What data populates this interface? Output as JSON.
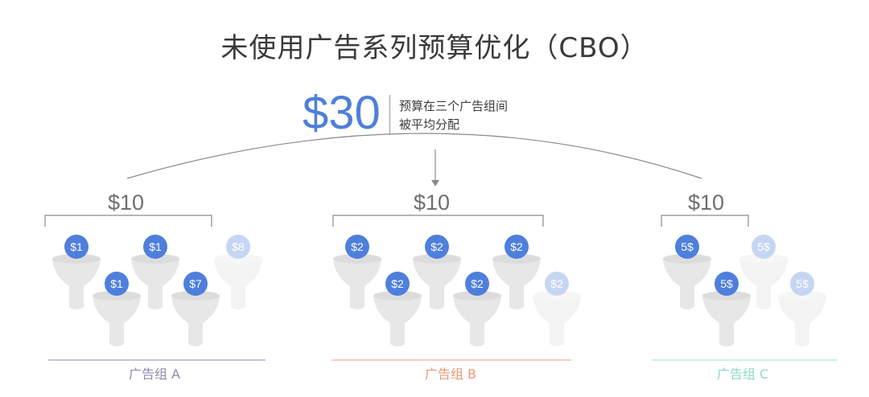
{
  "title": "未使用广告系列预算优化（CBO）",
  "total": "$30",
  "note_line1": "预算在三个广告组间",
  "note_line2": "被平均分配",
  "groups": [
    {
      "name": "广告组 A",
      "amount": "$10",
      "name_color": "#8a8fa8",
      "line_color": "#9aa0c0",
      "funnels": [
        {
          "label": "$1",
          "faded": false
        },
        {
          "label": "$1",
          "faded": false
        },
        {
          "label": "$1",
          "faded": false
        },
        {
          "label": "$7",
          "faded": false
        },
        {
          "label": "$8",
          "faded": true
        }
      ]
    },
    {
      "name": "广告组 B",
      "amount": "$10",
      "name_color": "#e89a78",
      "line_color": "#f0b296",
      "funnels": [
        {
          "label": "$2",
          "faded": false
        },
        {
          "label": "$2",
          "faded": false
        },
        {
          "label": "$2",
          "faded": false
        },
        {
          "label": "$2",
          "faded": false
        },
        {
          "label": "$2",
          "faded": false
        },
        {
          "label": "$2",
          "faded": true
        }
      ]
    },
    {
      "name": "广告组 C",
      "amount": "$10",
      "name_color": "#8fd8c8",
      "line_color": "#a6e3d6",
      "funnels": [
        {
          "label": "5$",
          "faded": false
        },
        {
          "label": "5$",
          "faded": false
        },
        {
          "label": "5$",
          "faded": true
        },
        {
          "label": "5$",
          "faded": true
        }
      ]
    }
  ],
  "colors": {
    "coin": "#4f7fdc",
    "coin_faded": "#c6d6f2",
    "funnel": "#e7e7e7",
    "funnel_faded": "#f3f3f3",
    "bracket": "#8a8a8a",
    "arc": "#8a8a8a"
  }
}
